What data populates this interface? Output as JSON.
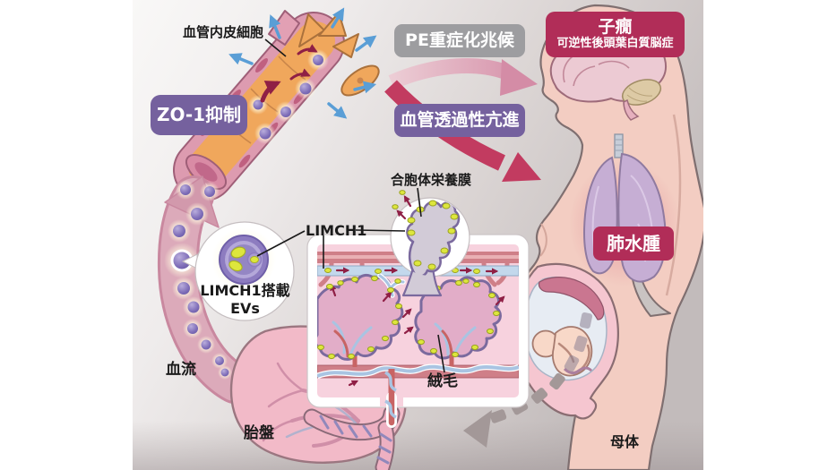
{
  "diagram": {
    "labels": {
      "endothelial_cell": "血管内皮細胞",
      "zo1_inhibition": "ZO-1抑制",
      "pe_aggravation_sign": "PE重症化兆候",
      "eclampsia": "子癇",
      "eclampsia_sub": "可逆性後頭葉白質脳症",
      "vascular_permeability": "血管透過性亢進",
      "syncytiotrophoblast": "合胞体栄養膜",
      "limch1": "LIMCH1",
      "limch1_ev_line1": "LIMCH1搭載",
      "limch1_ev_line2": "EVs",
      "pulmonary_edema": "肺水腫",
      "blood_flow": "血流",
      "placenta": "胎盤",
      "villus": "絨毛",
      "maternal_body": "母体"
    },
    "colors": {
      "crimson_box": "#b12d58",
      "purple_box": "#75619e",
      "gray_box": "#9d9da0",
      "blue_leak_arrow": "#5a9ed6",
      "dark_red_arrow": "#8f1f45",
      "ev_purple": "#7e6db8",
      "limch1_yellow": "#dde63d",
      "flow_arrow_pink": "#d9a2b4",
      "crimson_arrow": "#c23b60",
      "skin": "#f3cdc2",
      "lung_purple": "#c6aed4"
    }
  }
}
